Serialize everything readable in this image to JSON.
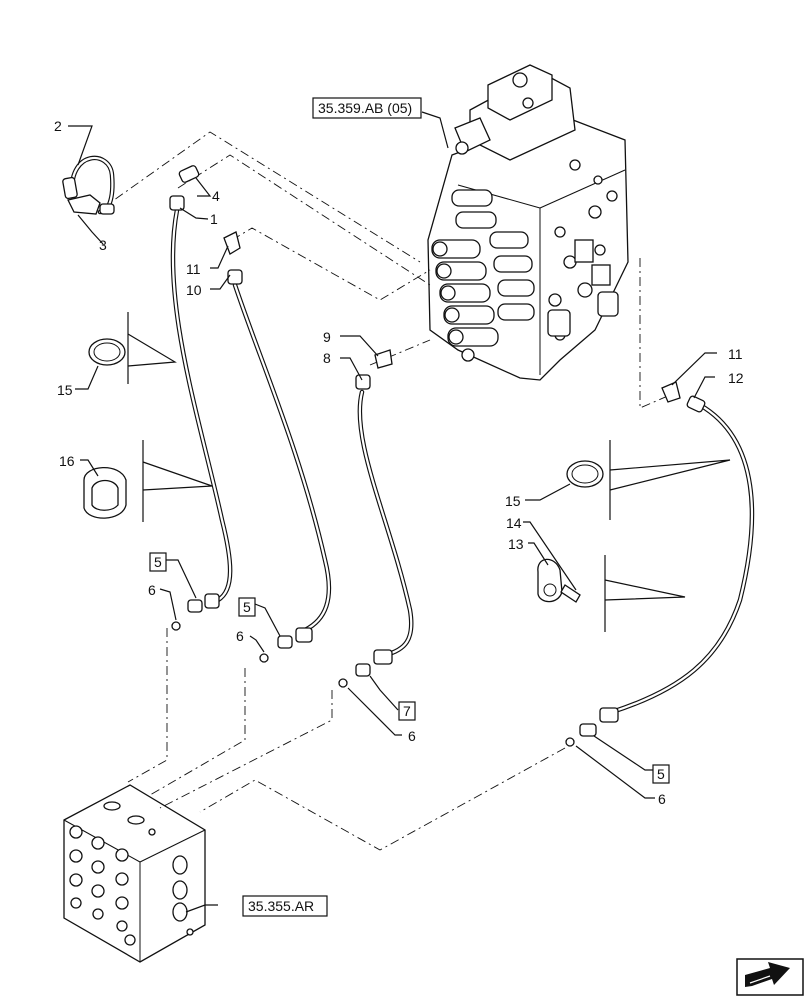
{
  "diagram": {
    "refs": {
      "valve_ref": "35.359.AB (05)",
      "block_ref": "35.355.AR"
    },
    "callouts": {
      "c1": "1",
      "c2": "2",
      "c3": "3",
      "c4": "4",
      "c6a": "6",
      "c6b": "6",
      "c6c": "6",
      "c6d": "6",
      "c8": "8",
      "c9": "9",
      "c10": "10",
      "c11a": "11",
      "c11b": "11",
      "c12": "12",
      "c13": "13",
      "c14": "14",
      "c15a": "15",
      "c15b": "15",
      "c16": "16"
    },
    "boxed_callouts": {
      "b5a": "5",
      "b5b": "5",
      "b5c": "5",
      "b7": "7"
    },
    "nav_icon": "next-page-arrow-icon"
  }
}
